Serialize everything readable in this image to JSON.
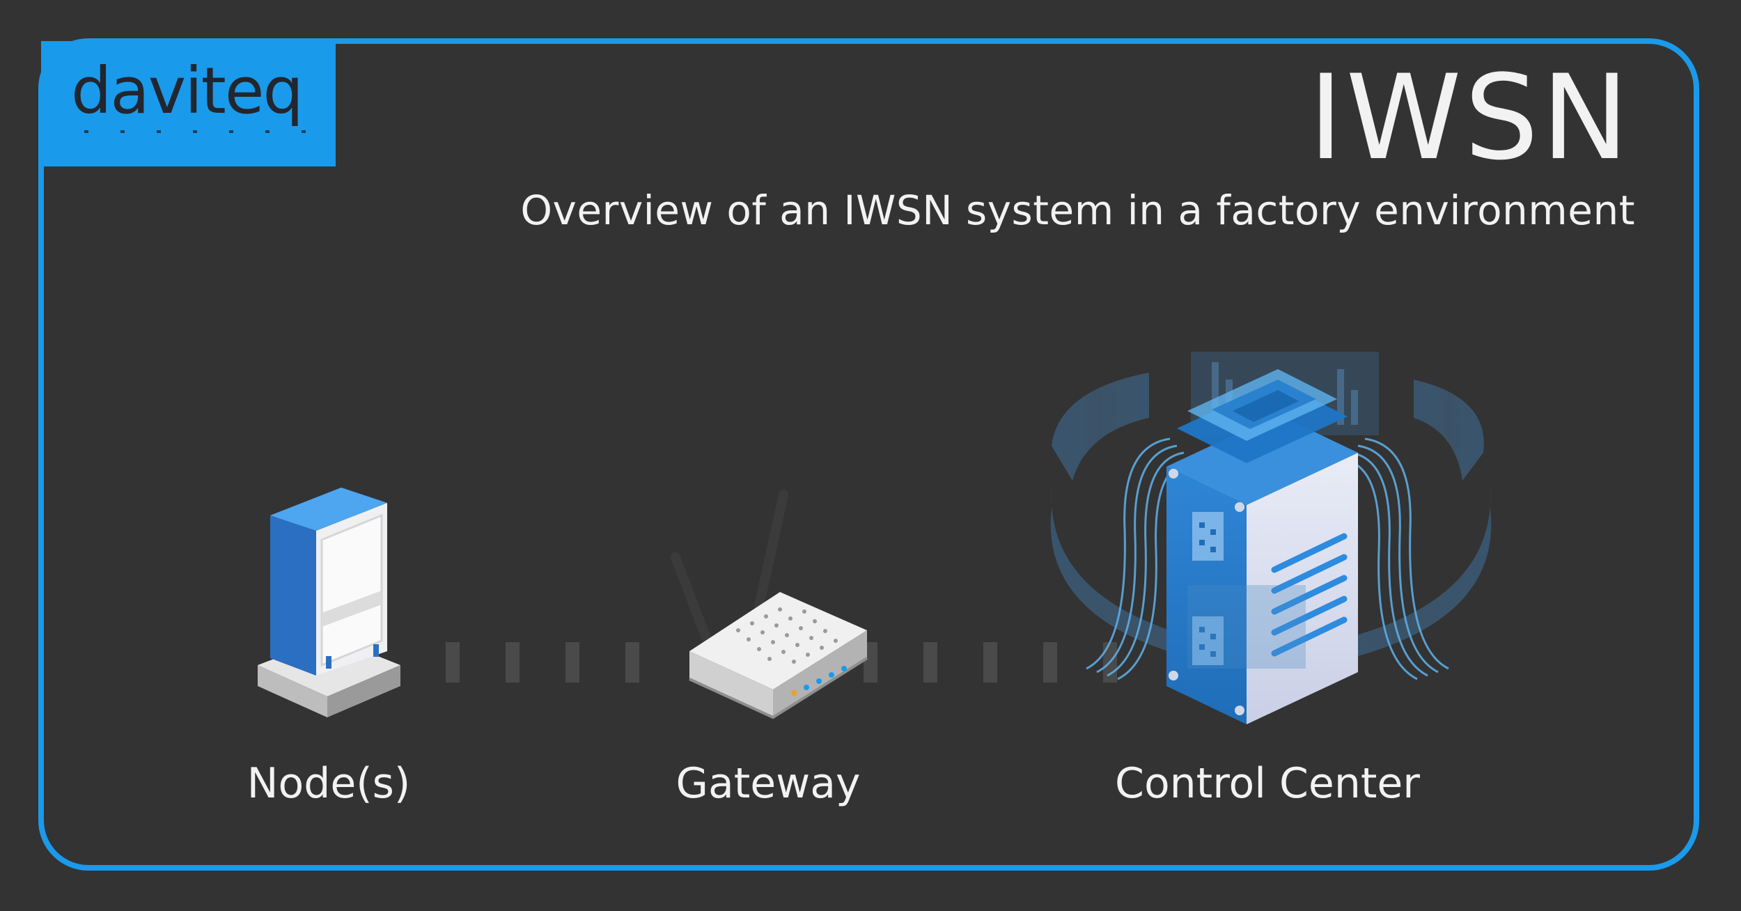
{
  "brand": {
    "logo_text": "daviteq"
  },
  "header": {
    "title": "IWSN",
    "subtitle": "Overview of an IWSN system in a factory environment"
  },
  "diagram": {
    "nodes": [
      {
        "label": "Node(s)",
        "icon": "sensor-node-icon"
      },
      {
        "label": "Gateway",
        "icon": "wifi-router-icon"
      },
      {
        "label": "Control Center",
        "icon": "server-icon"
      }
    ],
    "connection_style": "dashed"
  },
  "colors": {
    "background": "#333333",
    "accent": "#1a9aeb",
    "text": "#f2f2f2",
    "connector": "#4a4a4a"
  }
}
